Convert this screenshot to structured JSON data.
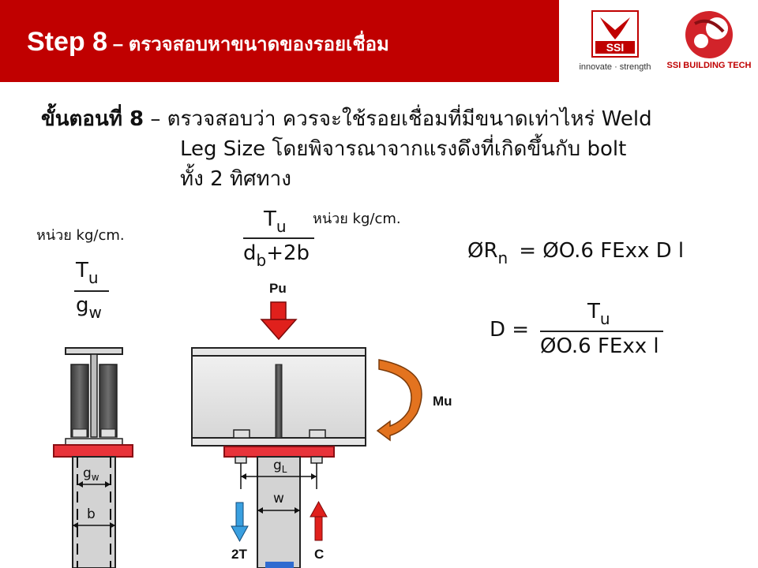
{
  "header": {
    "title_step": "Step 8",
    "title_rest": " – ตรวจสอบหาขนาดของรอยเชื่อม"
  },
  "logos": {
    "ssi_name": "SSI",
    "ssi_tagline": "innovate · strength",
    "bt_name": "SSI BUILDING TECH"
  },
  "body": {
    "step_label": "ขั้นตอนที่ 8",
    "line1": " – ตรวจสอบว่า ควรจะใช้รอยเชื่อมที่มีขนาดเท่าไหร่ Weld",
    "line2": "Leg Size โดยพิจารณาจากแรงดึงที่เกิดขึ้นกับ bolt",
    "line3": "ทั้ง 2 ทิศทาง"
  },
  "formulas": {
    "left": {
      "unit": "หน่วย kg/cm.",
      "num_main": "T",
      "num_sub": "u",
      "den_main": "g",
      "den_sub": "w"
    },
    "middle": {
      "unit": "หน่วย kg/cm.",
      "num_main": "T",
      "num_sub": "u",
      "den_main": "d",
      "den_sub": "b",
      "den_rest": "+2b"
    },
    "rn": {
      "lhs_main": "ØR",
      "lhs_sub": "n",
      "rhs": "=  ØO.6 FExx D l"
    },
    "d": {
      "lhs": "D =",
      "num_main": "T",
      "num_sub": "u",
      "den": "ØO.6 FExx l"
    }
  },
  "diagram": {
    "pu": "Pu",
    "mu": "Mu",
    "gw_main": "g",
    "gw_sub": "w",
    "b": "b",
    "gl_main": "g",
    "gl_sub": "L",
    "w": "w",
    "t2": "2T",
    "c": "C"
  },
  "colors": {
    "header_red": "#c00000",
    "plate_red": "#e8333a",
    "arrow_red": "#e0201c",
    "arrow_orange": "#e3731f",
    "arrow_blue": "#3aa0e0"
  }
}
